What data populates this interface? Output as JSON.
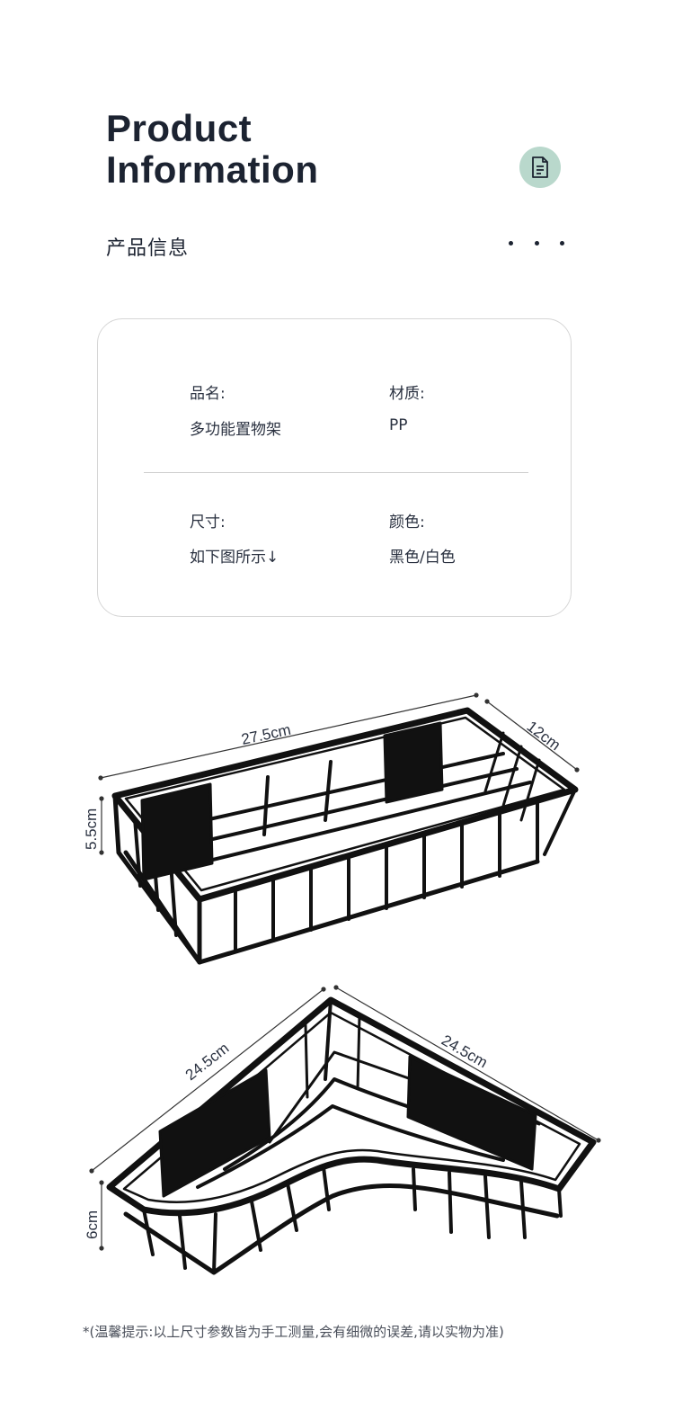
{
  "header": {
    "title_line1": "Product",
    "title_line2": "Information",
    "subtitle": "产品信息",
    "badge_icon": "document-icon",
    "more_icon": "three-dots-icon",
    "badge_color": "#b9d8cc"
  },
  "info_card": {
    "name_label": "品名:",
    "name_value": "多功能置物架",
    "material_label": "材质:",
    "material_value": "PP",
    "size_label": "尺寸:",
    "size_value": "如下图所示↓",
    "color_label": "颜色:",
    "color_value": "黑色/白色"
  },
  "dimensions": {
    "rect_length": "27.5cm",
    "rect_width": "12cm",
    "rect_height": "5.5cm",
    "corner_side_left": "24.5cm",
    "corner_side_right": "24.5cm",
    "corner_height": "6cm"
  },
  "note": "*(温馨提示:以上尺寸参数皆为手工测量,会有细微的误差,请以实物为准)"
}
